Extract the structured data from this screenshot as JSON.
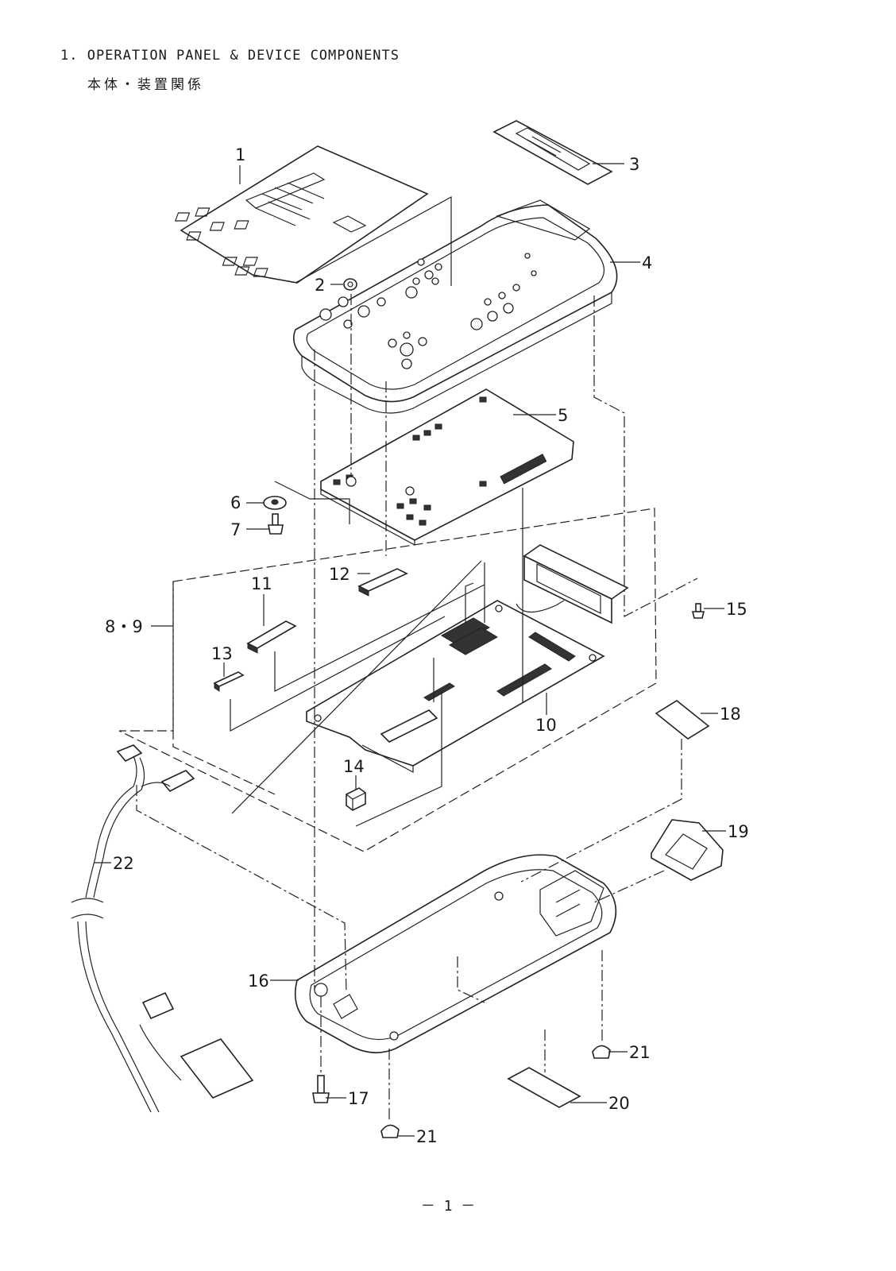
{
  "title": {
    "english": "1. OPERATION PANEL & DEVICE COMPONENTS",
    "japanese": "本体・装置関係"
  },
  "callouts": [
    "1",
    "2",
    "3",
    "4",
    "5",
    "6",
    "7",
    "8・9",
    "10",
    "11",
    "12",
    "13",
    "14",
    "15",
    "16",
    "17",
    "18",
    "19",
    "20",
    "21",
    "21",
    "22"
  ],
  "page_number": "－ 1 －"
}
